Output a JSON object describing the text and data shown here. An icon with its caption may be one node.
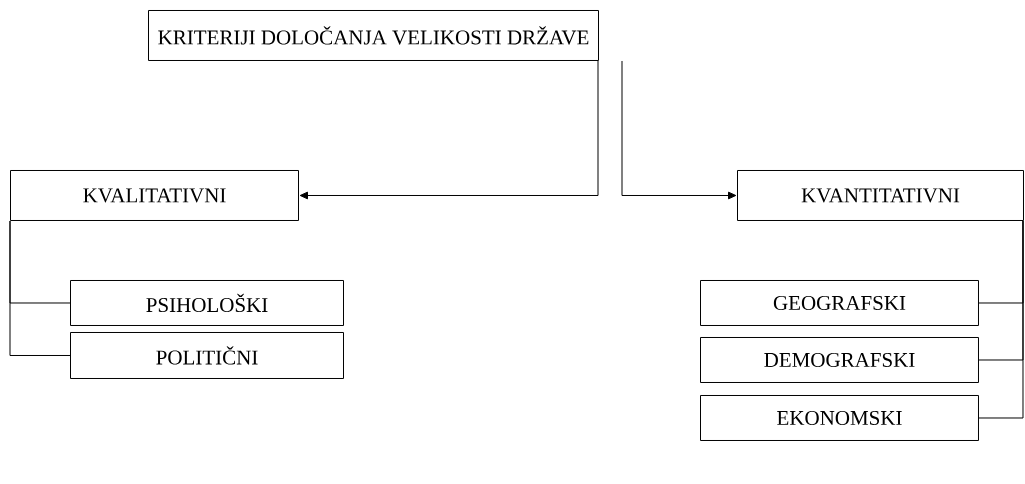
{
  "diagram": {
    "nodes": [
      {
        "text": [
          "KRITERIJI DOLOČANJA VELIKOSTI DRŽAVE"
        ]
      },
      {
        "text": [
          "KVALITATIVNI"
        ]
      },
      {
        "text": [
          "KVANTITATIVNI"
        ]
      },
      {
        "text": [
          "PSIHOLOŠKI"
        ]
      },
      {
        "text": [
          "POLITIČNI"
        ]
      },
      {
        "text": [
          "GEOGRAFSKI"
        ]
      },
      {
        "text": [
          "DEMOGRAFSKI"
        ]
      },
      {
        "text": [
          "EKONOMSKI"
        ]
      }
    ],
    "edges": [
      {
        "from": 0,
        "to": 1,
        "arrow": "to"
      },
      {
        "from": 0,
        "to": 2,
        "arrow": "to"
      },
      {
        "from": 1,
        "to": 3,
        "arrow": "none"
      },
      {
        "from": 1,
        "to": 4,
        "arrow": "none"
      },
      {
        "from": 2,
        "to": 5,
        "arrow": "none"
      },
      {
        "from": 2,
        "to": 6,
        "arrow": "none"
      },
      {
        "from": 2,
        "to": 7,
        "arrow": "none"
      }
    ]
  }
}
